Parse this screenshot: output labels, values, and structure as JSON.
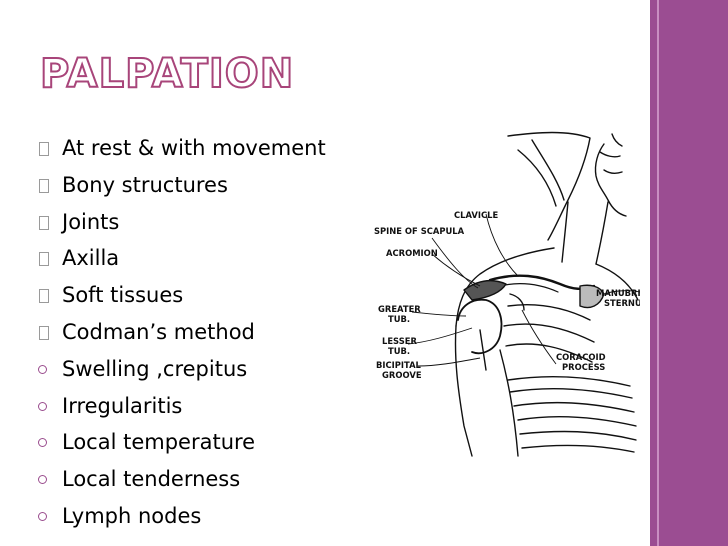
{
  "slide": {
    "title": "PALPATION",
    "colors": {
      "title_outline": "#a8457a",
      "accent_bar": "#9b4d92",
      "circle_bullet": "#9a4d8e"
    },
    "bullets": [
      {
        "text": "At rest & with movement",
        "marker": "square"
      },
      {
        "text": "Bony structures",
        "marker": "square"
      },
      {
        "text": "Joints",
        "marker": "square"
      },
      {
        "text": "Axilla",
        "marker": "square"
      },
      {
        "text": "Soft tissues",
        "marker": "square"
      },
      {
        "text": "Codman’s method",
        "marker": "square"
      },
      {
        "text": "Swelling ,crepitus",
        "marker": "circle"
      },
      {
        "text": "Irregularitis",
        "marker": "circle"
      },
      {
        "text": "Local temperature",
        "marker": "circle"
      },
      {
        "text": "Local tenderness",
        "marker": "circle"
      },
      {
        "text": "Lymph nodes",
        "marker": "circle"
      }
    ]
  },
  "diagram": {
    "labels": {
      "clavicle": "CLAVICLE",
      "spine_of_scapula": "SPINE OF SCAPULA",
      "acromion": "ACROMION",
      "manubrium_1": "MANUBRIUM OF",
      "manubrium_2": "STERNUM",
      "greater_tub_1": "GREATER",
      "greater_tub_2": "TUB.",
      "lesser_tub_1": "LESSER",
      "lesser_tub_2": "TUB.",
      "bicipital_1": "BICIPITAL",
      "bicipital_2": "GROOVE",
      "coracoid_1": "CORACOID",
      "coracoid_2": "PROCESS"
    }
  }
}
